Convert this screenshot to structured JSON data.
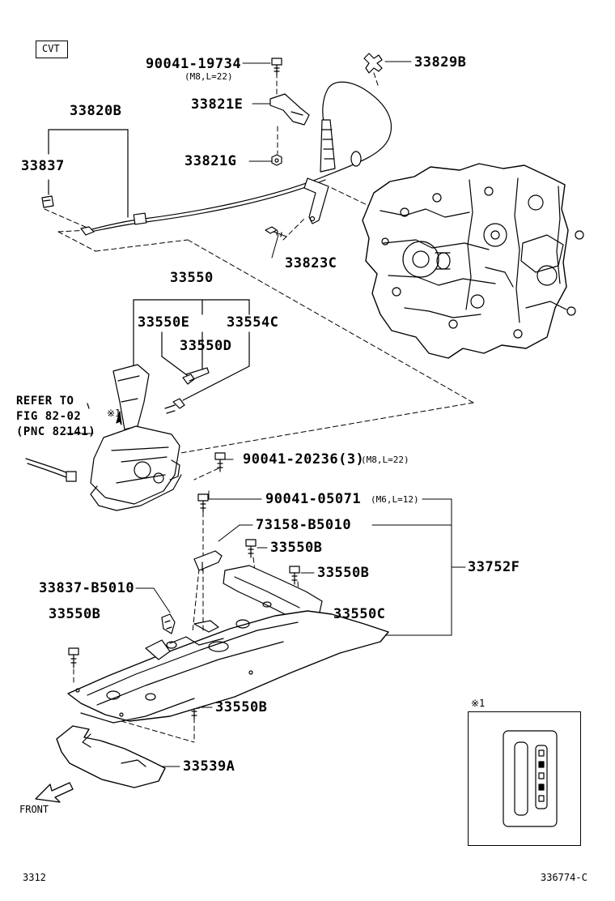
{
  "diagram": {
    "tag": "CVT",
    "parts": {
      "p1": "90041-19734",
      "p1_spec": "(M8,L=22)",
      "p2": "33829B",
      "p3": "33820B",
      "p4": "33821E",
      "p5": "33837",
      "p6": "33821G",
      "p7": "33823C",
      "p8": "33550",
      "p9": "33550E",
      "p10": "33554C",
      "p11": "33550D",
      "p12": "90041-20236(3)",
      "p12_spec": "(M8,L=22)",
      "p13": "90041-05071",
      "p13_spec": "(M6,L=12)",
      "p14": "73158-B5010",
      "p15": "33550B",
      "p16": "33550B",
      "p17": "33752F",
      "p18": "33837-B5010",
      "p19": "33550C",
      "p20": "33550B",
      "p21": "33550B",
      "p22": "33539A"
    },
    "refer": {
      "line1": "REFER TO",
      "line2": "FIG 82-02",
      "line3": "(PNC 82141)",
      "note_mark": "※1"
    },
    "inset_mark": "※1",
    "front_label": "FRONT",
    "page_code": "3312",
    "drawing_code": "336774-C"
  }
}
